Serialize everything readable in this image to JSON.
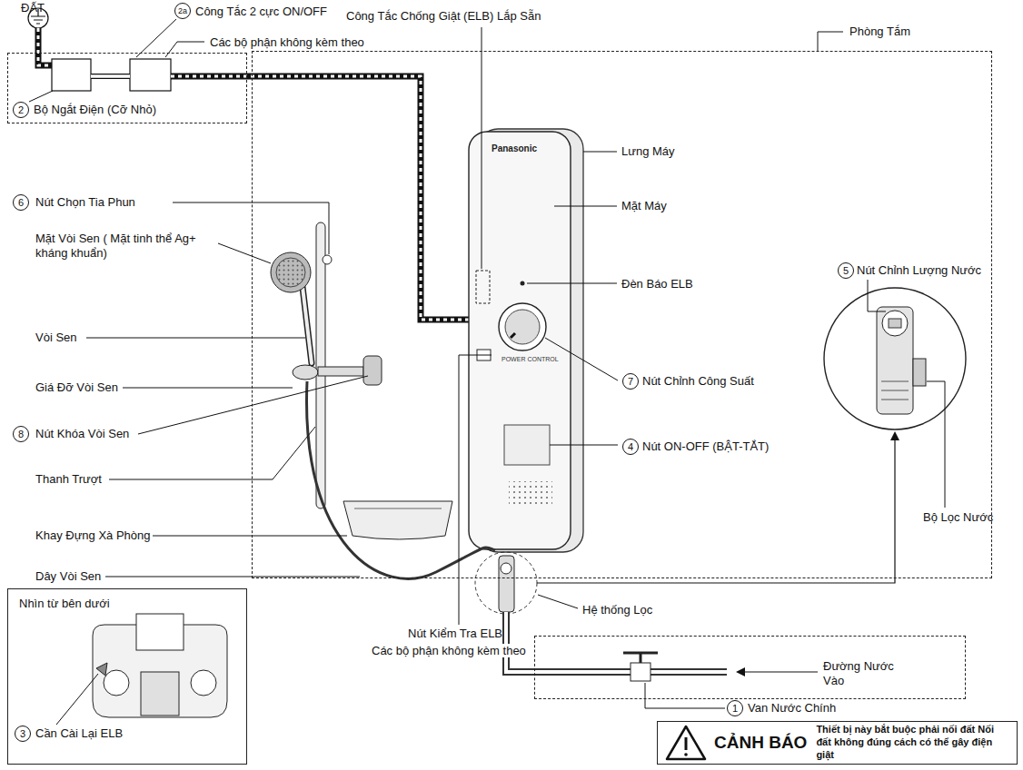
{
  "diagram": {
    "nodes": [
      {
        "text": [
          "Phòng Tắm"
        ]
      },
      {
        "text": [
          "Các bộ phận không kèm theo"
        ]
      },
      {
        "text": [
          "Các bộ phận không kèm theo"
        ]
      },
      {
        "text": [
          "Nhìn từ bên dưới"
        ]
      },
      {
        "text": [
          "CẢNH BÁO",
          "Thiết bị này bắt buộc phải nối đất Nối đất không đúng cách có thể gây điện giật"
        ]
      }
    ],
    "labels": [
      "ĐẤT",
      "2a",
      "Công Tắc 2 cực ON/OFF",
      "2",
      "Bộ Ngắt Điện (Cỡ Nhỏ)",
      "6",
      "Nút Chọn Tia Phun",
      "Mặt Vòi Sen ( Mặt tinh thể Ag+ kháng khuẩn)",
      "Vòi Sen",
      "Giá Đỡ Vòi Sen",
      "8",
      "Nút Khóa Vòi Sen",
      "Thanh Trượt",
      "Khay Đựng Xà Phòng",
      "Dây Vòi Sen",
      "Công Tắc Chống Giật (ELB) Lắp Sẵn",
      "Panasonic",
      "Lưng Máy",
      "Mặt Máy",
      "Đèn Báo ELB",
      "7",
      "Nút Chỉnh Công Suất",
      "4",
      "Nút ON-OFF (BẬT-TẮT)",
      "Hệ thống Lọc",
      "5",
      "Nút Chỉnh Lượng Nước",
      "Bộ Lọc Nước",
      "Nút Kiểm Tra ELB",
      "Đường Nước Vào",
      "1",
      "Van Nước Chính",
      "3",
      "Cần Cài Lại ELB",
      "POWER CONTROL"
    ]
  }
}
